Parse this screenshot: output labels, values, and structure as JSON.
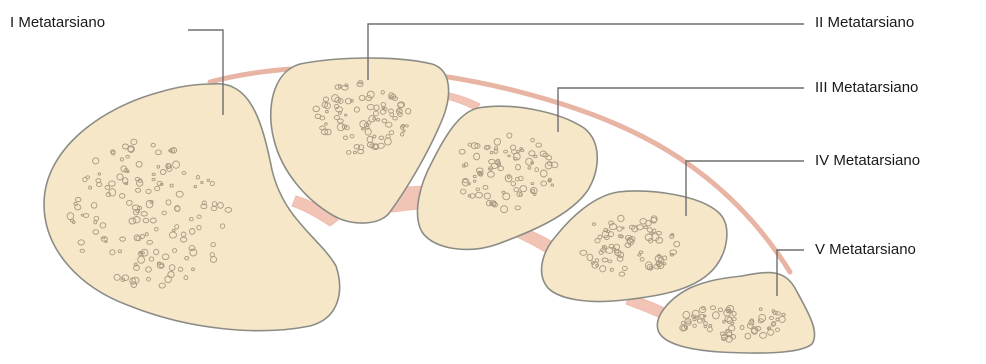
{
  "colors": {
    "bone_fill": "#f6e7c8",
    "bone_outline": "#8c8c86",
    "ligament": "#f2c4b6",
    "trabecular_dot": "#a59a82",
    "leader_line": "#6e6e6e"
  },
  "labels": {
    "metatarsal_1": "I Metatarsiano",
    "metatarsal_2": "II Metatarsiano",
    "metatarsal_3": "III  Metatarsiano",
    "metatarsal_4": "IV Metatarsiano",
    "metatarsal_5": "V Metatarsiano"
  }
}
